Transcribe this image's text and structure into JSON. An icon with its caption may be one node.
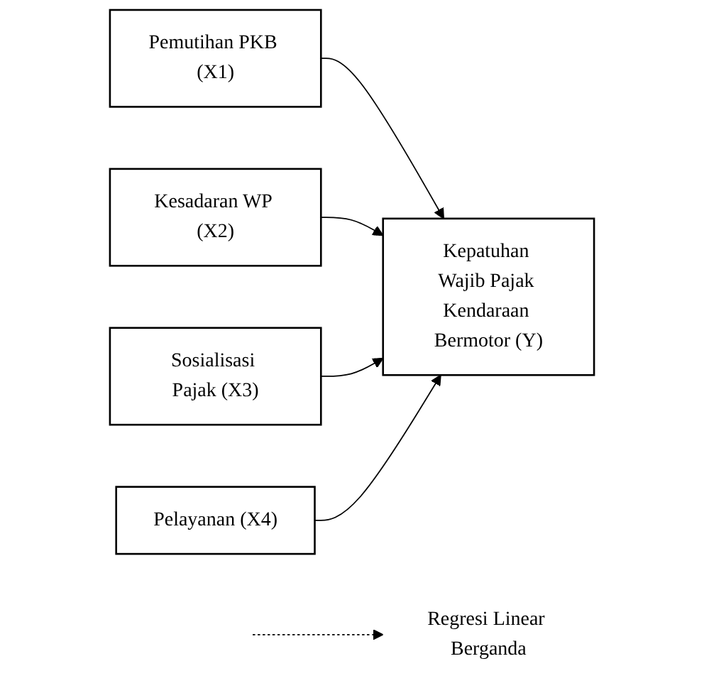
{
  "diagram": {
    "nodes": [
      {
        "text": [
          "Pemutihan PKB (X1)"
        ]
      },
      {
        "text": [
          "Kesadaran WP (X2)"
        ]
      },
      {
        "text": [
          "Sosialisasi Pajak (X3)"
        ]
      },
      {
        "text": [
          "Pelayanan (X4)"
        ]
      },
      {
        "text": [
          "Kepatuhan Wajib Pajak Kendaraan Bermotor (Y)"
        ]
      },
      {
        "text": [
          "Regresi Linear Berganda"
        ]
      }
    ],
    "edges": [
      {
        "from": 0,
        "to": 4,
        "arrow": "to"
      },
      {
        "from": 1,
        "to": 4,
        "arrow": "to"
      },
      {
        "from": 2,
        "to": 4,
        "arrow": "to"
      },
      {
        "from": 3,
        "to": 4,
        "arrow": "to"
      },
      {
        "from": null,
        "to": 5,
        "arrow": "to",
        "style": "dashed"
      }
    ]
  }
}
